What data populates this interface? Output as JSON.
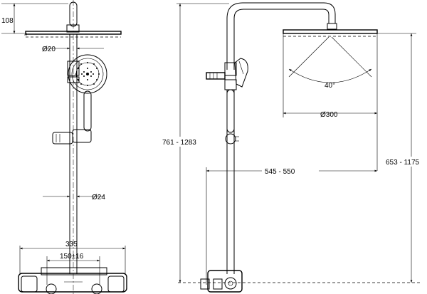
{
  "dimensions": {
    "top_height": "108",
    "pipe_upper_diameter": "Ø20",
    "pipe_lower_diameter": "Ø24",
    "mixer_width": "335",
    "inlet_spacing": "150±16",
    "overall_height": "761 - 1283",
    "spray_angle": "40°",
    "head_diameter": "Ø300",
    "arm_reach": "545 - 550",
    "head_height": "653 - 1175"
  }
}
